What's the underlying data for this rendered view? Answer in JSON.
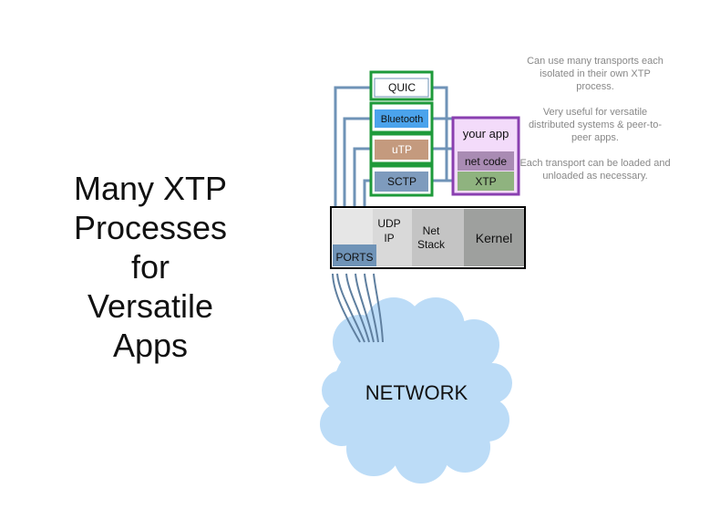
{
  "title_lines": [
    "Many XTP",
    "Processes",
    "for",
    "Versatile",
    "Apps"
  ],
  "notes": [
    "Can use many transports each isolated in their own XTP process.",
    "Very useful for versatile distributed systems & peer-to-peer apps.",
    "Each transport can be loaded and unloaded as necessary."
  ],
  "transports": [
    {
      "label": "QUIC",
      "color": "#ffffff",
      "text_color": "#111111"
    },
    {
      "label": "Bluetooth",
      "color": "#4ba3ec",
      "text_color": "#111111"
    },
    {
      "label": "uTP",
      "color": "#c49a7e",
      "text_color": "#ffffff"
    },
    {
      "label": "SCTP",
      "color": "#7e9bbd",
      "text_color": "#111111"
    }
  ],
  "app": {
    "title": "your app",
    "net_code": "net code",
    "xtp": "XTP"
  },
  "stack": {
    "ports": "PORTS",
    "udp_ip": [
      "UDP",
      "IP"
    ],
    "net_stack": [
      "Net",
      "Stack"
    ],
    "kernel": "Kernel"
  },
  "network": "NETWORK",
  "colors": {
    "transport_border": "#1e9a3a",
    "app_border": "#8a3fb0",
    "wire": "#6f93b7",
    "cloud": "#bcdcf7"
  }
}
